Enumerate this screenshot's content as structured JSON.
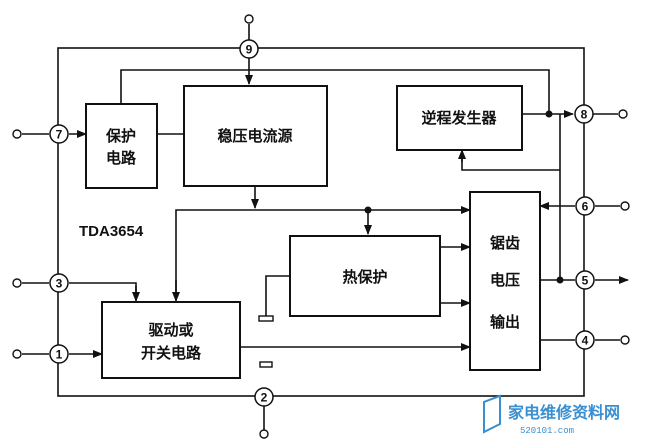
{
  "chip": {
    "name": "TDA3654"
  },
  "blocks": {
    "protect": {
      "line1": "保护",
      "line2": "电路"
    },
    "regulator": {
      "label": "稳压电流源"
    },
    "flyback": {
      "label": "逆程发生器"
    },
    "thermal": {
      "label": "热保护"
    },
    "driver": {
      "line1": "驱动或",
      "line2": "开关电路"
    },
    "sawtooth": {
      "line1": "锯齿",
      "line2": "电压",
      "line3": "输出"
    }
  },
  "pins": [
    "1",
    "2",
    "3",
    "4",
    "5",
    "6",
    "7",
    "8",
    "9"
  ],
  "watermark": {
    "brand": "家电维修资料网",
    "url": "520101.com"
  },
  "colors": {
    "line": "#111111",
    "watermark": "#3a8fd0"
  }
}
